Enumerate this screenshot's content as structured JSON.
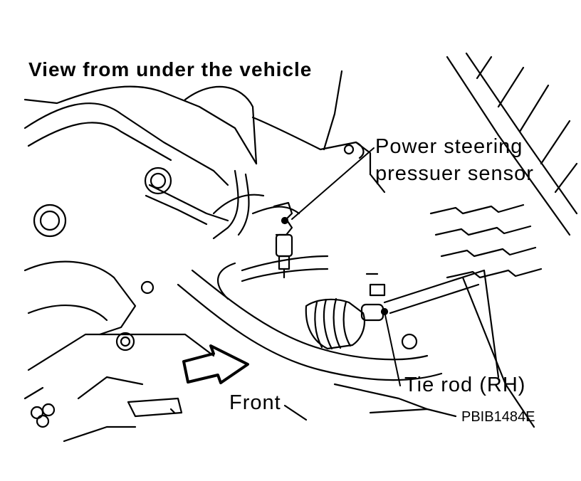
{
  "figure": {
    "title": "View from under the vehicle",
    "callouts": {
      "sensor_line1": "Power steering",
      "sensor_line2": "pressuer sensor",
      "tie_rod": "Tie rod (RH)",
      "front": "Front"
    },
    "figure_code": "PBIB1484E"
  },
  "colors": {
    "ink": "#000000",
    "paper": "#ffffff"
  }
}
